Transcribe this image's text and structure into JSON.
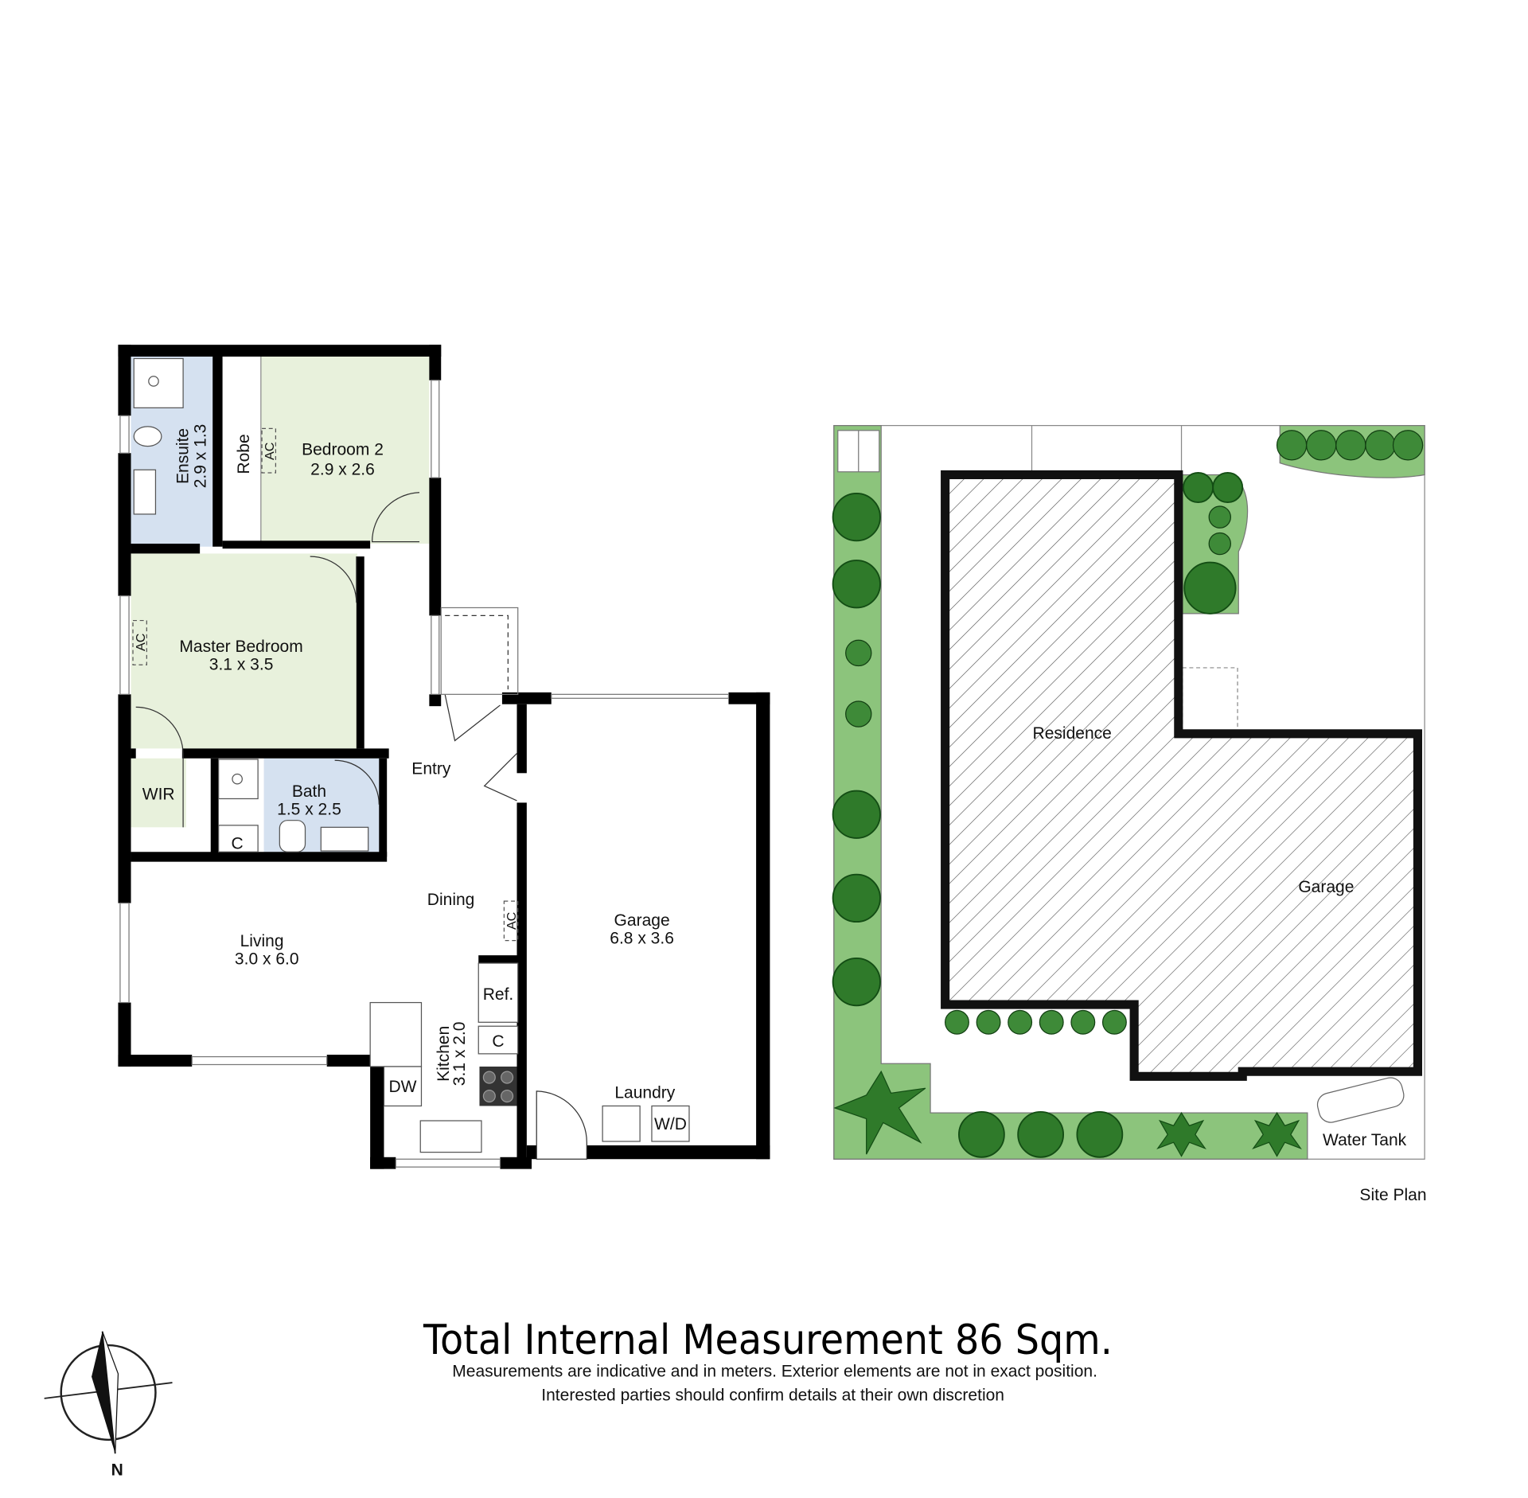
{
  "floor_plan": {
    "rooms": {
      "ensuite": {
        "name": "Ensuite",
        "size": "2.9 x 1.3"
      },
      "robe": {
        "name": "Robe"
      },
      "bedroom2": {
        "name": "Bedroom 2",
        "size": "2.9 x 2.6"
      },
      "master": {
        "name": "Master Bedroom",
        "size": "3.1 x 3.5"
      },
      "wir": {
        "name": "WIR"
      },
      "bath": {
        "name": "Bath",
        "size": "1.5 x 2.5"
      },
      "entry": {
        "name": "Entry"
      },
      "dining": {
        "name": "Dining"
      },
      "living": {
        "name": "Living",
        "size": "3.0 x 6.0"
      },
      "kitchen": {
        "name": "Kitchen",
        "size": "3.1 x 2.0"
      },
      "garage": {
        "name": "Garage",
        "size": "6.8 x 3.6"
      },
      "laundry": {
        "name": "Laundry"
      }
    },
    "fixtures": {
      "ac": "AC",
      "closet": "C",
      "ref": "Ref.",
      "dw": "DW",
      "wd": "W/D"
    }
  },
  "site_plan": {
    "title": "Site Plan",
    "residence": "Residence",
    "garage": "Garage",
    "water_tank": "Water Tank"
  },
  "footer": {
    "total": "Total Internal Measurement 86 Sqm.",
    "note1": "Measurements are indicative and in meters. Exterior elements are not in exact position.",
    "note2": "Interested parties should confirm details at their own discretion"
  },
  "compass": {
    "label": "N"
  },
  "colors": {
    "bedroom": "#e8f1dc",
    "wet": "#d5e1f0",
    "garden": "#8cc47c",
    "tree": "#2f7a2a"
  }
}
